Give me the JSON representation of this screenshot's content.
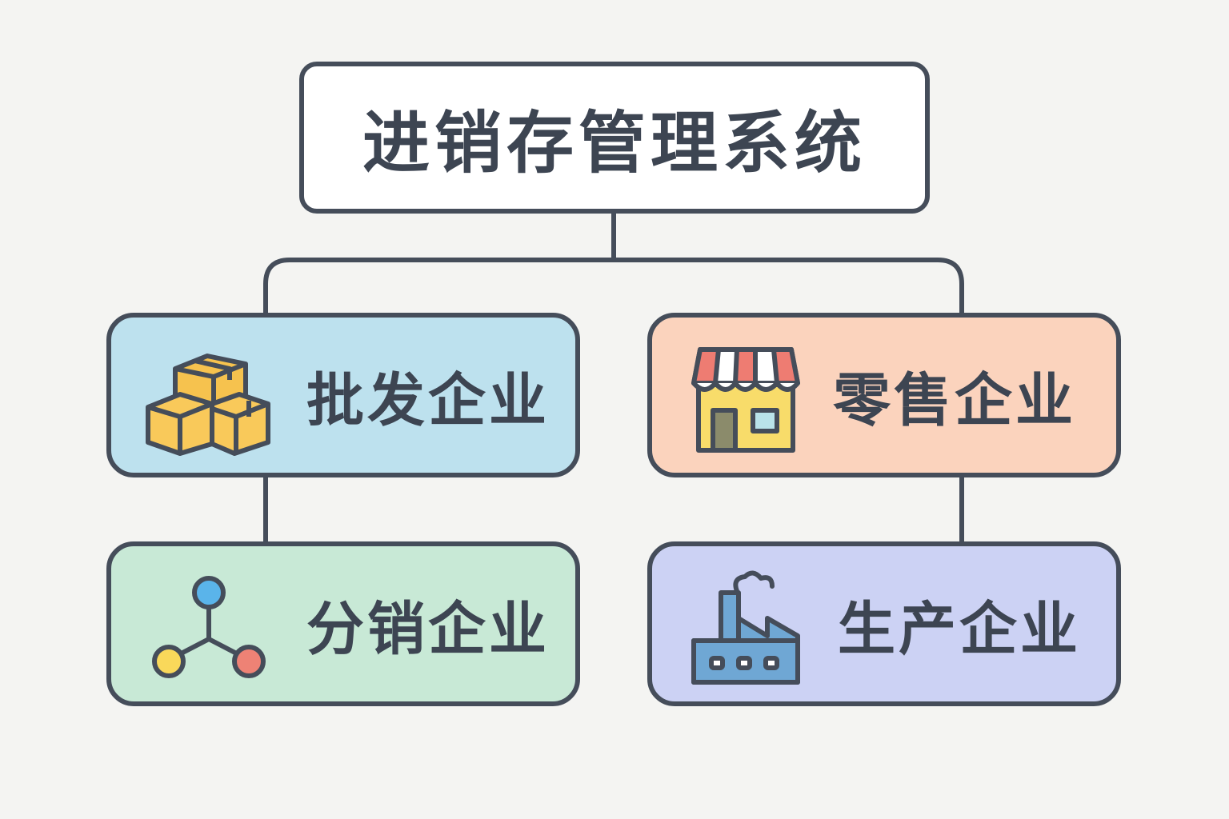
{
  "root": {
    "title": "进销存管理系统"
  },
  "nodes": [
    {
      "id": "wholesale",
      "label": "批发企业",
      "icon": "boxes-icon",
      "color": "#bde1ee"
    },
    {
      "id": "retail",
      "label": "零售企业",
      "icon": "storefront-icon",
      "color": "#fbd3bd"
    },
    {
      "id": "distrib",
      "label": "分销企业",
      "icon": "network-icon",
      "color": "#c8e9d6"
    },
    {
      "id": "produce",
      "label": "生产企业",
      "icon": "factory-icon",
      "color": "#ccd2f4"
    }
  ],
  "colors": {
    "background": "#f4f4f2",
    "stroke": "#454d5a",
    "text": "#3d4552"
  }
}
